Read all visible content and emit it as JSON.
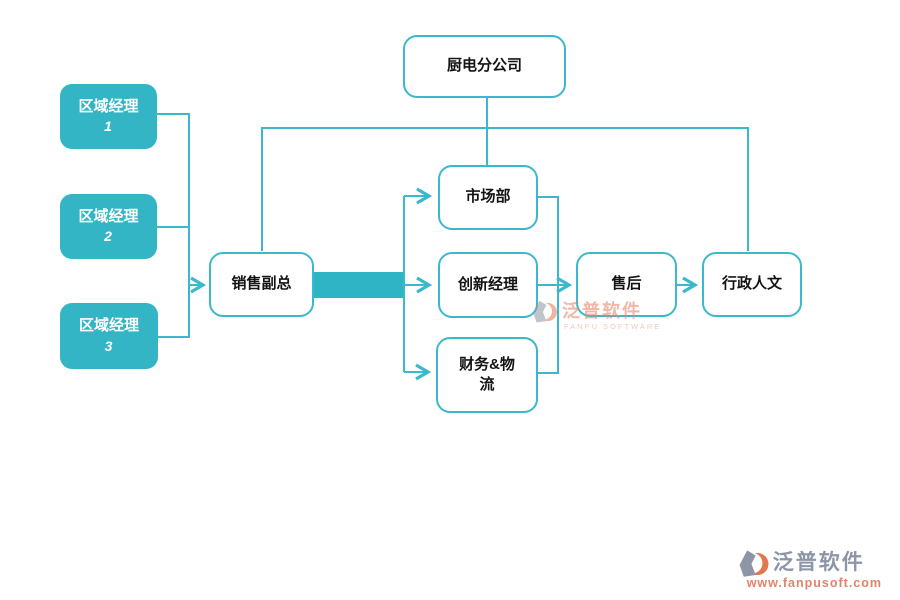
{
  "nodes": {
    "company": {
      "label": "厨电分公司"
    },
    "regional_manager_1": {
      "label": "区域经理",
      "number": "1"
    },
    "regional_manager_2": {
      "label": "区域经理",
      "number": "2"
    },
    "regional_manager_3": {
      "label": "区域经理",
      "number": "3"
    },
    "sales_vp": {
      "label": "销售副总"
    },
    "marketing": {
      "label": "市场部"
    },
    "innovation_manager": {
      "label": "创新经理"
    },
    "finance_logistics": {
      "label": "财务&物流"
    },
    "after_sales": {
      "label": "售后"
    },
    "admin_hr": {
      "label": "行政人文"
    }
  },
  "watermarks": {
    "center": {
      "brand": "泛普软件",
      "subtitle": "FANPU SOFTWARE"
    },
    "footer": {
      "brand": "泛普软件",
      "url": "www.fanpusoft.com"
    }
  },
  "colors": {
    "teal_fill": "#33b5c6",
    "teal_line": "#3ab9cc",
    "footer_brand": "#8d95a8",
    "footer_url": "#e2826d",
    "logo_orange": "#e2764f",
    "logo_gray": "#8d95a6"
  }
}
